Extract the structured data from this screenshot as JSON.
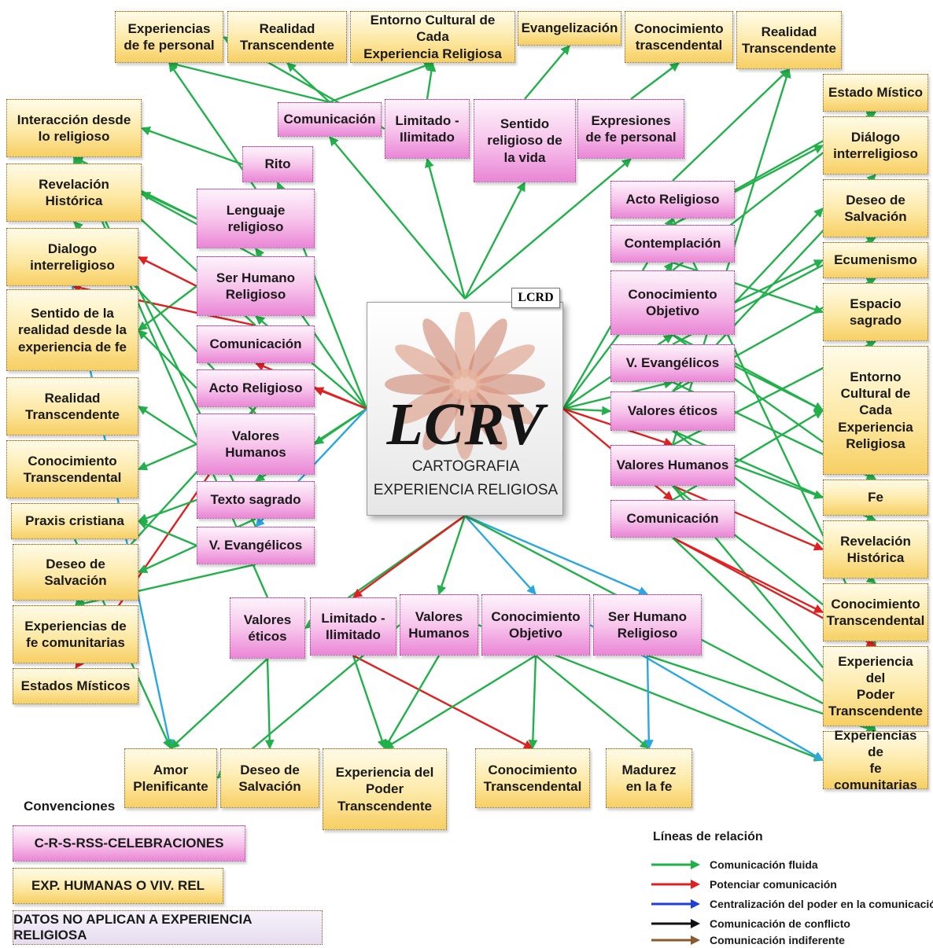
{
  "colors": {
    "fluida": "#22b04b",
    "potenciar": "#e02020",
    "centralizacion": "#1e3fd8",
    "centralizacion_edges": "#2aa7e0",
    "conflicto": "#111111",
    "indiferente": "#8b5a2b"
  },
  "center": {
    "logo": "LCRV",
    "title_line1": "CARTOGRAFIA",
    "title_line2": "EXPERIENCIA RELIGIOSA",
    "badge": "LCRD"
  },
  "nodes": {
    "t1": "Experiencias\nde fe personal",
    "t2": "Realidad\nTranscendente",
    "t3": "Entorno Cultural de Cada\nExperiencia Religiosa",
    "t4": "Evangelización",
    "t5": "Conocimiento\ntrascendental",
    "t6": "Realidad\nTranscendente",
    "l1": "Interacción desde\nlo religioso",
    "l2": "Revelación\nHistórica",
    "l3": "Dialogo\ninterreligioso",
    "l4": "Sentido de la\nrealidad desde la\nexperiencia de fe",
    "l5": "Realidad\nTranscendente",
    "l6": "Conocimiento\nTranscendental",
    "l7": "Praxis cristiana",
    "l8": "Deseo de\nSalvación",
    "l9": "Experiencias de\nfe comunitarias",
    "l10": "Estados Místicos",
    "r1": "Estado Místico",
    "r2": "Diálogo\ninterreligioso",
    "r3": "Deseo de\nSalvación",
    "r4": "Ecumenismo",
    "r5": "Espacio\nsagrado",
    "r6": "Entorno\nCultural de\nCada\nExperiencia\nReligiosa",
    "r7": "Fe",
    "r8": "Revelación\nHistórica",
    "r9": "Conocimiento\nTranscendental",
    "r10": "Experiencia del\nPoder\nTranscendente",
    "r11": "Experiencias de\nfe comunitarias",
    "b1": "Amor\nPlenificante",
    "b2": "Deseo de\nSalvación",
    "b3": "Experiencia del\nPoder\nTranscendente",
    "b4": "Conocimiento\nTranscendental",
    "b5": "Madurez\nen la fe",
    "mt1": "Comunicación",
    "mt2": "Limitado -\nIlimitado",
    "mt3": "Sentido\nreligioso de\nla vida",
    "mt4": "Expresiones\nde fe personal",
    "ml1": "Rito",
    "ml2": "Lenguaje\nreligioso",
    "ml3": "Ser Humano\nReligioso",
    "ml4": "Comunicación",
    "ml5": "Acto Religioso",
    "ml6": "Valores\nHumanos",
    "ml7": "Texto sagrado",
    "ml8": "V. Evangélicos",
    "mr1": "Acto Religioso",
    "mr2": "Contemplación",
    "mr3": "Conocimiento\nObjetivo",
    "mr4": "V. Evangélicos",
    "mr5": "Valores éticos",
    "mr6": "Valores Humanos",
    "mr7": "Comunicación",
    "mb1": "Valores\néticos",
    "mb2": "Limitado -\nIlimitado",
    "mb3": "Valores\nHumanos",
    "mb4": "Conocimiento\nObjetivo",
    "mb5": "Ser Humano\nReligioso"
  },
  "edges": [
    [
      "mt1",
      "t1",
      "g"
    ],
    [
      "mt1",
      "t2",
      "g"
    ],
    [
      "mt1",
      "t3",
      "g"
    ],
    [
      "mt2",
      "t1",
      "g"
    ],
    [
      "mt2",
      "t3",
      "g"
    ],
    [
      "mt3",
      "t4",
      "g"
    ],
    [
      "mt4",
      "t5",
      "g"
    ],
    [
      "c_top",
      "mt1",
      "g"
    ],
    [
      "c_top",
      "mt2",
      "g"
    ],
    [
      "c_top",
      "mt3",
      "g"
    ],
    [
      "c_top",
      "mt4",
      "g"
    ],
    [
      "c_left",
      "ml1",
      "g"
    ],
    [
      "c_left",
      "ml2",
      "g"
    ],
    [
      "c_left",
      "ml3",
      "g"
    ],
    [
      "c_left",
      "ml4",
      "r"
    ],
    [
      "c_left",
      "ml5",
      "r"
    ],
    [
      "c_left",
      "ml6",
      "g"
    ],
    [
      "c_left",
      "ml7",
      "g"
    ],
    [
      "c_left",
      "ml8",
      "b"
    ],
    [
      "ml1",
      "l1",
      "g"
    ],
    [
      "ml2",
      "l1",
      "g"
    ],
    [
      "ml2",
      "l2",
      "g"
    ],
    [
      "ml3",
      "l1",
      "g"
    ],
    [
      "ml3",
      "l3",
      "r"
    ],
    [
      "ml3",
      "l4",
      "g"
    ],
    [
      "ml4",
      "l3",
      "r"
    ],
    [
      "ml4",
      "l1",
      "g"
    ],
    [
      "ml5",
      "l4",
      "g"
    ],
    [
      "ml5",
      "l10",
      "r"
    ],
    [
      "ml6",
      "l5",
      "g"
    ],
    [
      "ml6",
      "l6",
      "g"
    ],
    [
      "ml6",
      "l2",
      "g"
    ],
    [
      "ml7",
      "l7",
      "g"
    ],
    [
      "ml7",
      "l8",
      "g"
    ],
    [
      "ml8",
      "l9",
      "g"
    ],
    [
      "ml8",
      "l7",
      "g"
    ],
    [
      "ml8",
      "l1",
      "g"
    ],
    [
      "ml2",
      "t1",
      "g"
    ],
    [
      "ml5",
      "l9",
      "g"
    ],
    [
      "l3",
      "b1",
      "b"
    ],
    [
      "l7",
      "b1",
      "g"
    ],
    [
      "c_right",
      "mr1",
      "g"
    ],
    [
      "c_right",
      "mr2",
      "g"
    ],
    [
      "c_right",
      "mr3",
      "g"
    ],
    [
      "c_right",
      "mr4",
      "g"
    ],
    [
      "c_right",
      "mr5",
      "g"
    ],
    [
      "c_right",
      "mr6",
      "r"
    ],
    [
      "c_right",
      "mr7",
      "r"
    ],
    [
      "mr1",
      "r10",
      "g"
    ],
    [
      "mr1",
      "t6",
      "g"
    ],
    [
      "mr2",
      "r1",
      "g"
    ],
    [
      "mr2",
      "r2",
      "g"
    ],
    [
      "mr2",
      "r5",
      "g"
    ],
    [
      "mr3",
      "r1",
      "g"
    ],
    [
      "mr3",
      "r3",
      "g"
    ],
    [
      "mr3",
      "r4",
      "g"
    ],
    [
      "mr3",
      "r6",
      "g"
    ],
    [
      "mr3",
      "r7",
      "g"
    ],
    [
      "mr4",
      "r3",
      "g"
    ],
    [
      "mr4",
      "r6",
      "g"
    ],
    [
      "mr4",
      "r7",
      "g"
    ],
    [
      "mr5",
      "r4",
      "g"
    ],
    [
      "mr5",
      "r2",
      "g"
    ],
    [
      "mr5",
      "r8",
      "g"
    ],
    [
      "mr5",
      "r9",
      "g"
    ],
    [
      "mr6",
      "r5",
      "g"
    ],
    [
      "mr6",
      "r7",
      "g"
    ],
    [
      "mr6",
      "r8",
      "r"
    ],
    [
      "mr6",
      "r11",
      "g"
    ],
    [
      "mr6",
      "r10",
      "g"
    ],
    [
      "mr7",
      "r9",
      "r"
    ],
    [
      "mr7",
      "r10",
      "r"
    ],
    [
      "mr7",
      "r6",
      "g"
    ],
    [
      "mr7",
      "r11",
      "g"
    ],
    [
      "mr6",
      "t6",
      "g"
    ],
    [
      "c_bottom",
      "mb1",
      "g"
    ],
    [
      "c_bottom",
      "mb2",
      "r"
    ],
    [
      "c_bottom",
      "mb3",
      "g"
    ],
    [
      "c_bottom",
      "mb4",
      "b"
    ],
    [
      "c_bottom",
      "mb5",
      "b"
    ],
    [
      "c_bottom",
      "r11",
      "g"
    ],
    [
      "mb1",
      "b1",
      "g"
    ],
    [
      "mb1",
      "b2",
      "g"
    ],
    [
      "mb2",
      "b3",
      "g"
    ],
    [
      "mb2",
      "b4",
      "r"
    ],
    [
      "mb3",
      "b1",
      "g"
    ],
    [
      "mb3",
      "b3",
      "g"
    ],
    [
      "mb3",
      "r11",
      "g"
    ],
    [
      "mb4",
      "b3",
      "g"
    ],
    [
      "mb4",
      "b4",
      "g"
    ],
    [
      "mb4",
      "b5",
      "g"
    ],
    [
      "mb4",
      "r11",
      "b"
    ],
    [
      "mb5",
      "b5",
      "b"
    ],
    [
      "mb5",
      "r11",
      "g"
    ],
    [
      "mb1",
      "l1",
      "g"
    ]
  ],
  "conventions": {
    "title": "Convenciones",
    "items": [
      {
        "label": "C-R-S-RSS-CELEBRACIONES",
        "kind": "cel"
      },
      {
        "label": "EXP. HUMANAS O VIV. REL",
        "kind": "exp"
      },
      {
        "label": "DATOS NO APLICAN A EXPERIENCIA RELIGIOSA",
        "kind": "nap"
      }
    ]
  },
  "legend": {
    "title": "Líneas de relación",
    "items": [
      {
        "label": "Comunicación fluida",
        "color": "#22b04b"
      },
      {
        "label": "Potenciar comunicación",
        "color": "#e02020"
      },
      {
        "label": "Centralización del poder en la comunicación",
        "color": "#1e3fd8"
      },
      {
        "label": "Comunicación de conflicto",
        "color": "#111111"
      },
      {
        "label": "Comunicación indiferente",
        "color": "#8b5a2b"
      }
    ]
  }
}
